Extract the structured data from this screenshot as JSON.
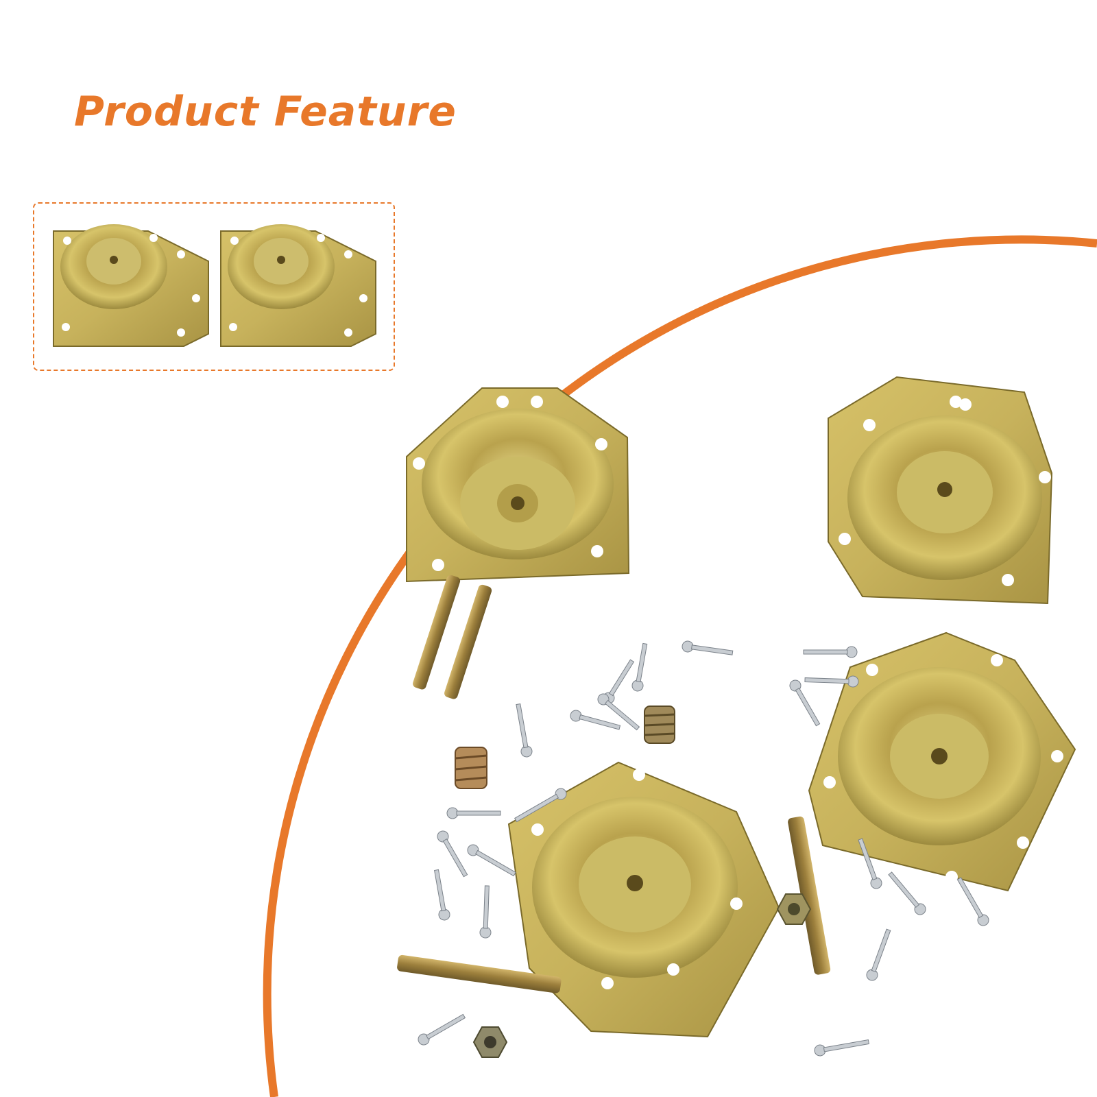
{
  "header": {
    "title": "Product Feature"
  },
  "colors": {
    "accent": "#e8782a",
    "metal_light": "#d7c46a",
    "metal_dark": "#8a7a35",
    "screw": "#c8cdd2"
  },
  "thumbnail_box": {
    "items": [
      "plate-icon",
      "plate-icon"
    ]
  },
  "product_photo": {
    "items": [
      "corner-brace-plate",
      "threaded-rod",
      "wood-screw",
      "threaded-insert",
      "flange-nut"
    ]
  }
}
